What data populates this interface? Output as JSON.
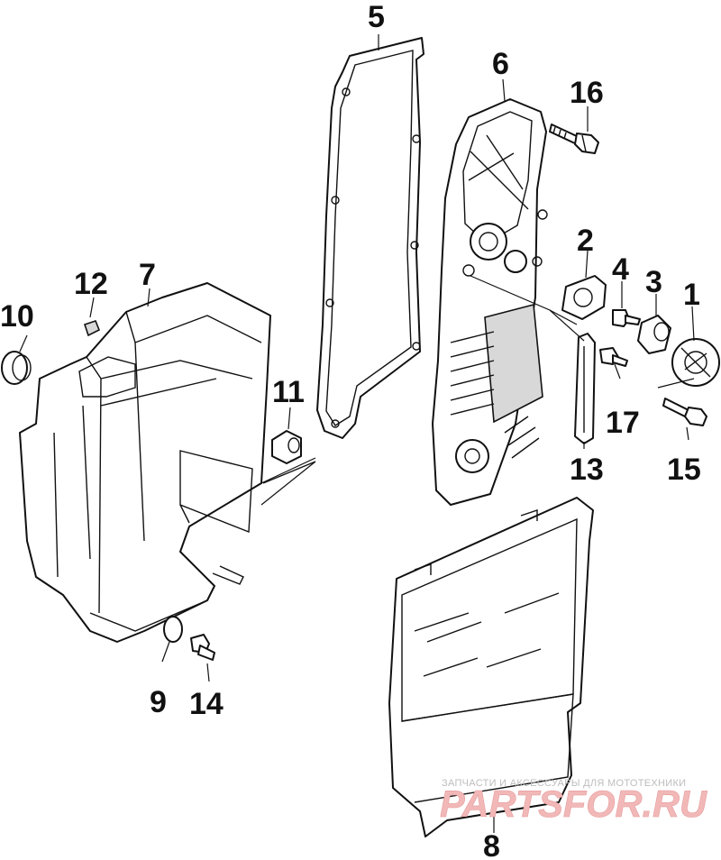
{
  "callouts": {
    "c1": "1",
    "c2": "2",
    "c3": "3",
    "c4": "4",
    "c5": "5",
    "c6": "6",
    "c7": "7",
    "c8": "8",
    "c9": "9",
    "c10": "10",
    "c11": "11",
    "c12": "12",
    "c13": "13",
    "c14": "14",
    "c15": "15",
    "c16": "16",
    "c17": "17"
  },
  "watermark": {
    "caption": "ЗАПЧАСТИ И АКСЕССУАРЫ ДЛЯ МОТОТЕХНИКИ",
    "logo": "PARTSFOR.RU"
  },
  "colors": {
    "line": "#111111",
    "watermark": "#e59c9c"
  }
}
